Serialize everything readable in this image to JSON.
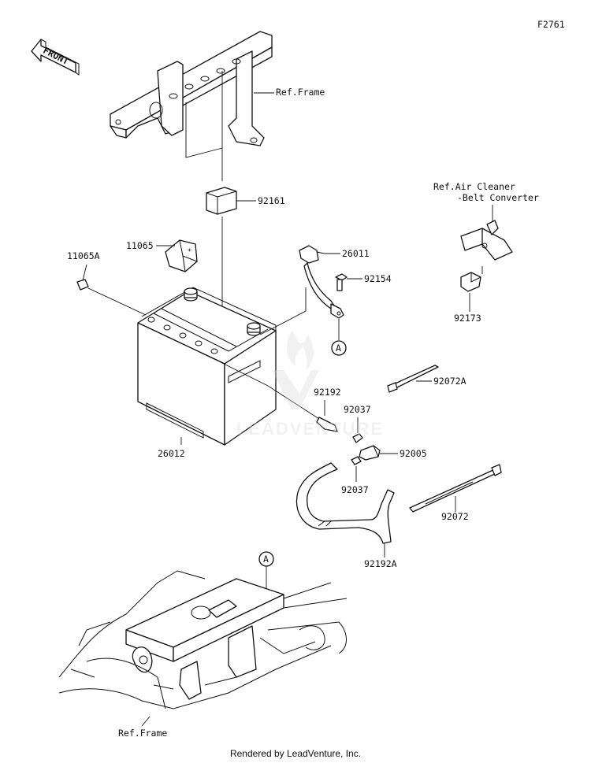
{
  "figure_code": "F2761",
  "front_label": "FRONT",
  "footer": "Rendered by LeadVenture, Inc.",
  "watermark": "LEADVENTURE",
  "ref_labels": {
    "frame_top": "Ref.Frame",
    "air_cleaner_line1": "Ref.Air Cleaner",
    "air_cleaner_line2": "-Belt Converter",
    "frame_bottom": "Ref.Frame"
  },
  "callouts": {
    "c_92161": "92161",
    "c_11065": "11065",
    "c_11065A": "11065A",
    "c_26011": "26011",
    "c_92154": "92154",
    "c_92173": "92173",
    "c_92192": "92192",
    "c_92072A": "92072A",
    "c_92037_top": "92037",
    "c_92005": "92005",
    "c_92037_bottom": "92037",
    "c_26012": "26012",
    "c_92072": "92072",
    "c_92192A": "92192A",
    "marker_a_top": "A",
    "marker_a_bottom": "A"
  }
}
